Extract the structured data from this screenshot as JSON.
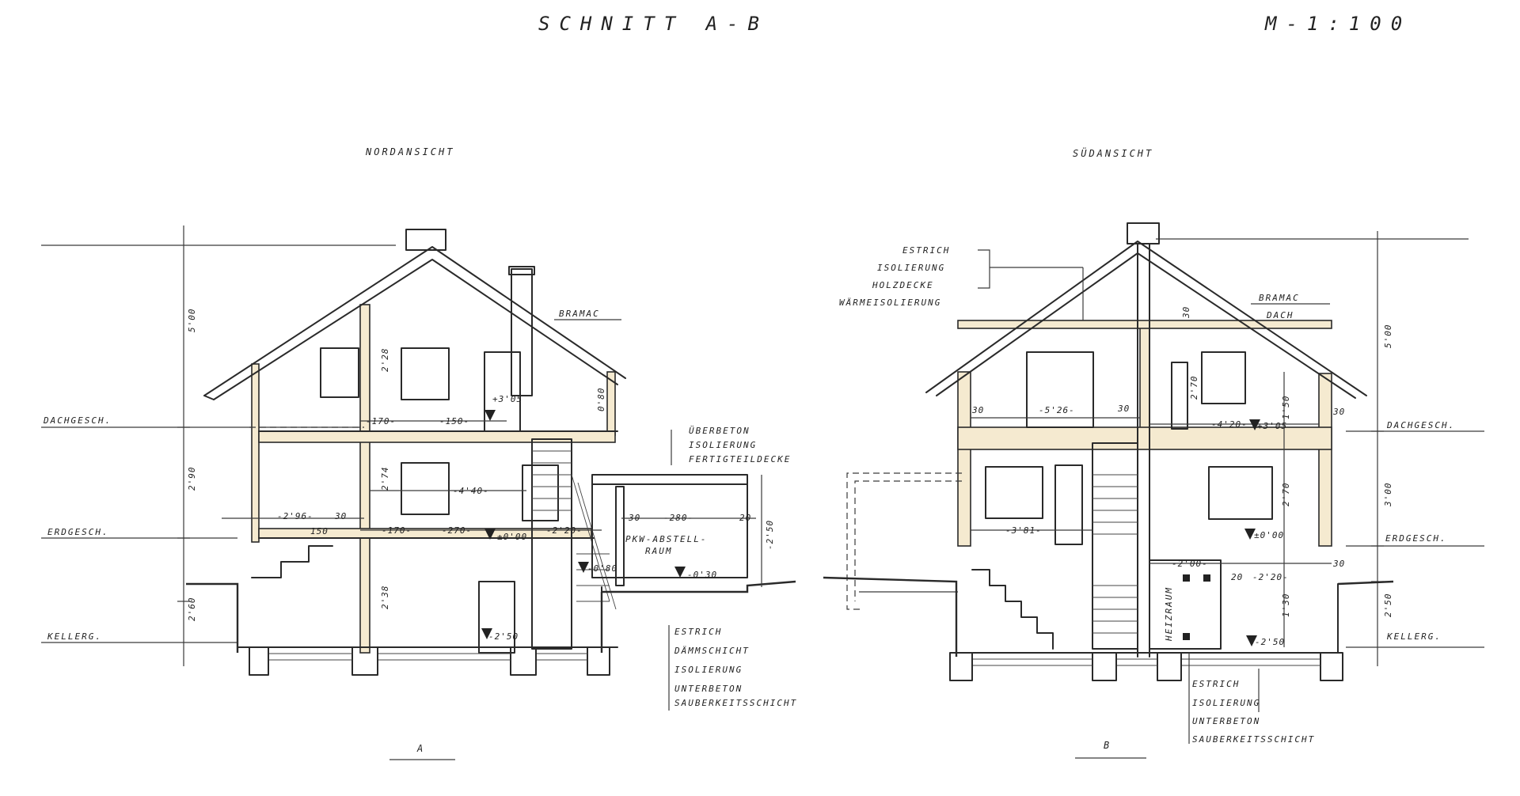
{
  "header": {
    "title": "SCHNITT A-B",
    "scale": "M-1:100"
  },
  "views": {
    "north": {
      "title": "NORDANSICHT",
      "section_mark": "A",
      "levels": [
        "DACHGESCH.",
        "ERDGESCH.",
        "KELLERG."
      ],
      "roof_label": "BRAMAC",
      "ceiling_layers": [
        "ÜBERBETON",
        "ISOLIERUNG",
        "FERTIGTEILDECKE"
      ],
      "floor_layers": [
        "ESTRICH",
        "DÄMMSCHICHT",
        "ISOLIERUNG",
        "UNTERBETON",
        "SAUBERKEITSSCHICHT"
      ],
      "room_label_1": "PKW-ABSTELL-",
      "room_label_2": "RAUM",
      "dims": {
        "h_roof": "5'00",
        "h_eg": "2'90",
        "h_kg": "2'60",
        "dg_a": "2'28",
        "dg_b": "0'80",
        "eg_a": "2'74",
        "kg_a": "2'38",
        "w170a": "-170-",
        "w150": "-150-",
        "w440": "-4'40-",
        "w296": "-2'96-",
        "w30a": "30",
        "w150b": "150",
        "w170b": "-170-",
        "w270": "-270-",
        "w220": "-2'20-",
        "w30b": "30",
        "w280": "-280-",
        "w20": "20",
        "w250": "-2'50",
        "lv305": "+3'05",
        "lv000": "±0'00",
        "lv080": "-0'80",
        "lv030": "-0'30",
        "lv250": "-2'50"
      }
    },
    "south": {
      "title": "SÜDANSICHT",
      "section_mark": "B",
      "levels": [
        "DACHGESCH.",
        "ERDGESCH.",
        "KELLERG."
      ],
      "roof_label_1": "BRAMAC",
      "roof_label_2": "DACH",
      "ceiling_layers": [
        "ESTRICH",
        "ISOLIERUNG",
        "HOLZDECKE",
        "WÄRMEISOLIERUNG"
      ],
      "floor_layers": [
        "ESTRICH",
        "ISOLIERUNG",
        "UNTERBETON",
        "SAUBERKEITSSCHICHT"
      ],
      "room_label": "HEIZRAUM",
      "dims": {
        "h_roof": "5'00",
        "h_eg": "3'00",
        "h_kg": "2'50",
        "w30a": "30",
        "w526": "-5'26-",
        "w30b": "30",
        "w30c": "30",
        "w420": "-4'20-",
        "w30d": "30",
        "w381": "-3'81-",
        "w200": "-2'00-",
        "w20": "20",
        "w220": "-2'20-",
        "w30e": "30",
        "dg_a": "2'70",
        "dg_b": "1'50",
        "eg_a": "2'70",
        "kg_a": "1'30",
        "lv305": "+3'05",
        "lv000": "±0'00",
        "lv250": "-2'50"
      }
    }
  }
}
